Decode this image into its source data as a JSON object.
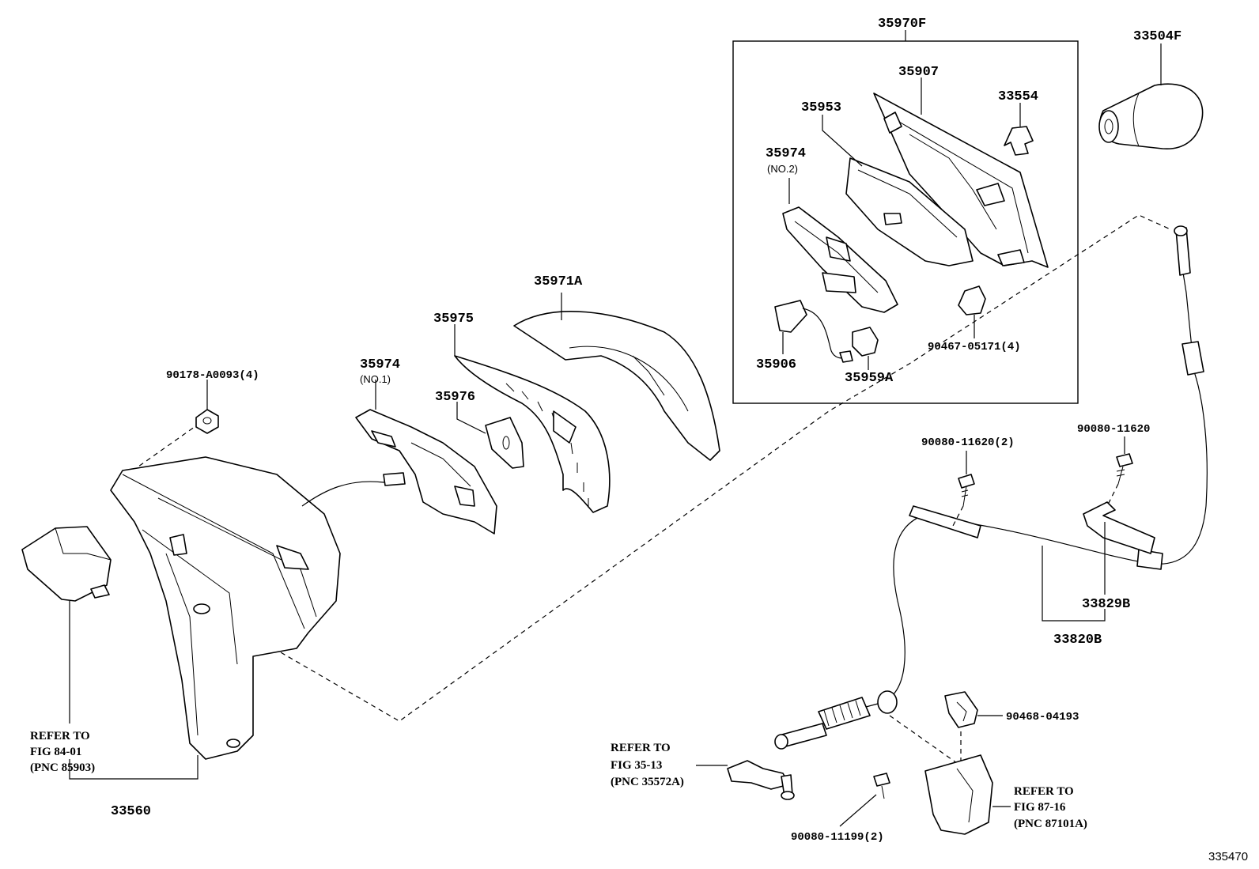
{
  "figure_number": "335470",
  "assembly_label": "35970F",
  "parts": {
    "p33504F": "33504F",
    "p35907": "35907",
    "p33554": "33554",
    "p35953": "35953",
    "p35974_2": "35974",
    "p35974_2_note": "(NO.2)",
    "p35906": "35906",
    "p35959A": "35959A",
    "p90467": "90467-05171(4)",
    "p35971A": "35971A",
    "p35975": "35975",
    "p35976": "35976",
    "p35974_1": "35974",
    "p35974_1_note": "(NO.1)",
    "p90178": "90178-A0093(4)",
    "p90080_a": "90080-11620(2)",
    "p90080_b": "90080-11620",
    "p33829B": "33829B",
    "p33820B": "33820B",
    "p90468": "90468-04193",
    "p90080_11199": "90080-11199(2)",
    "p33560": "33560"
  },
  "references": {
    "ref1": {
      "line1": "REFER TO",
      "line2": "FIG 84-01",
      "line3": "(PNC 85903)"
    },
    "ref2": {
      "line1": "REFER TO",
      "line2": "FIG 35-13",
      "line3": "(PNC 35572A)"
    },
    "ref3": {
      "line1": "REFER TO",
      "line2": "FIG 87-16",
      "line3": "(PNC 87101A)"
    }
  }
}
